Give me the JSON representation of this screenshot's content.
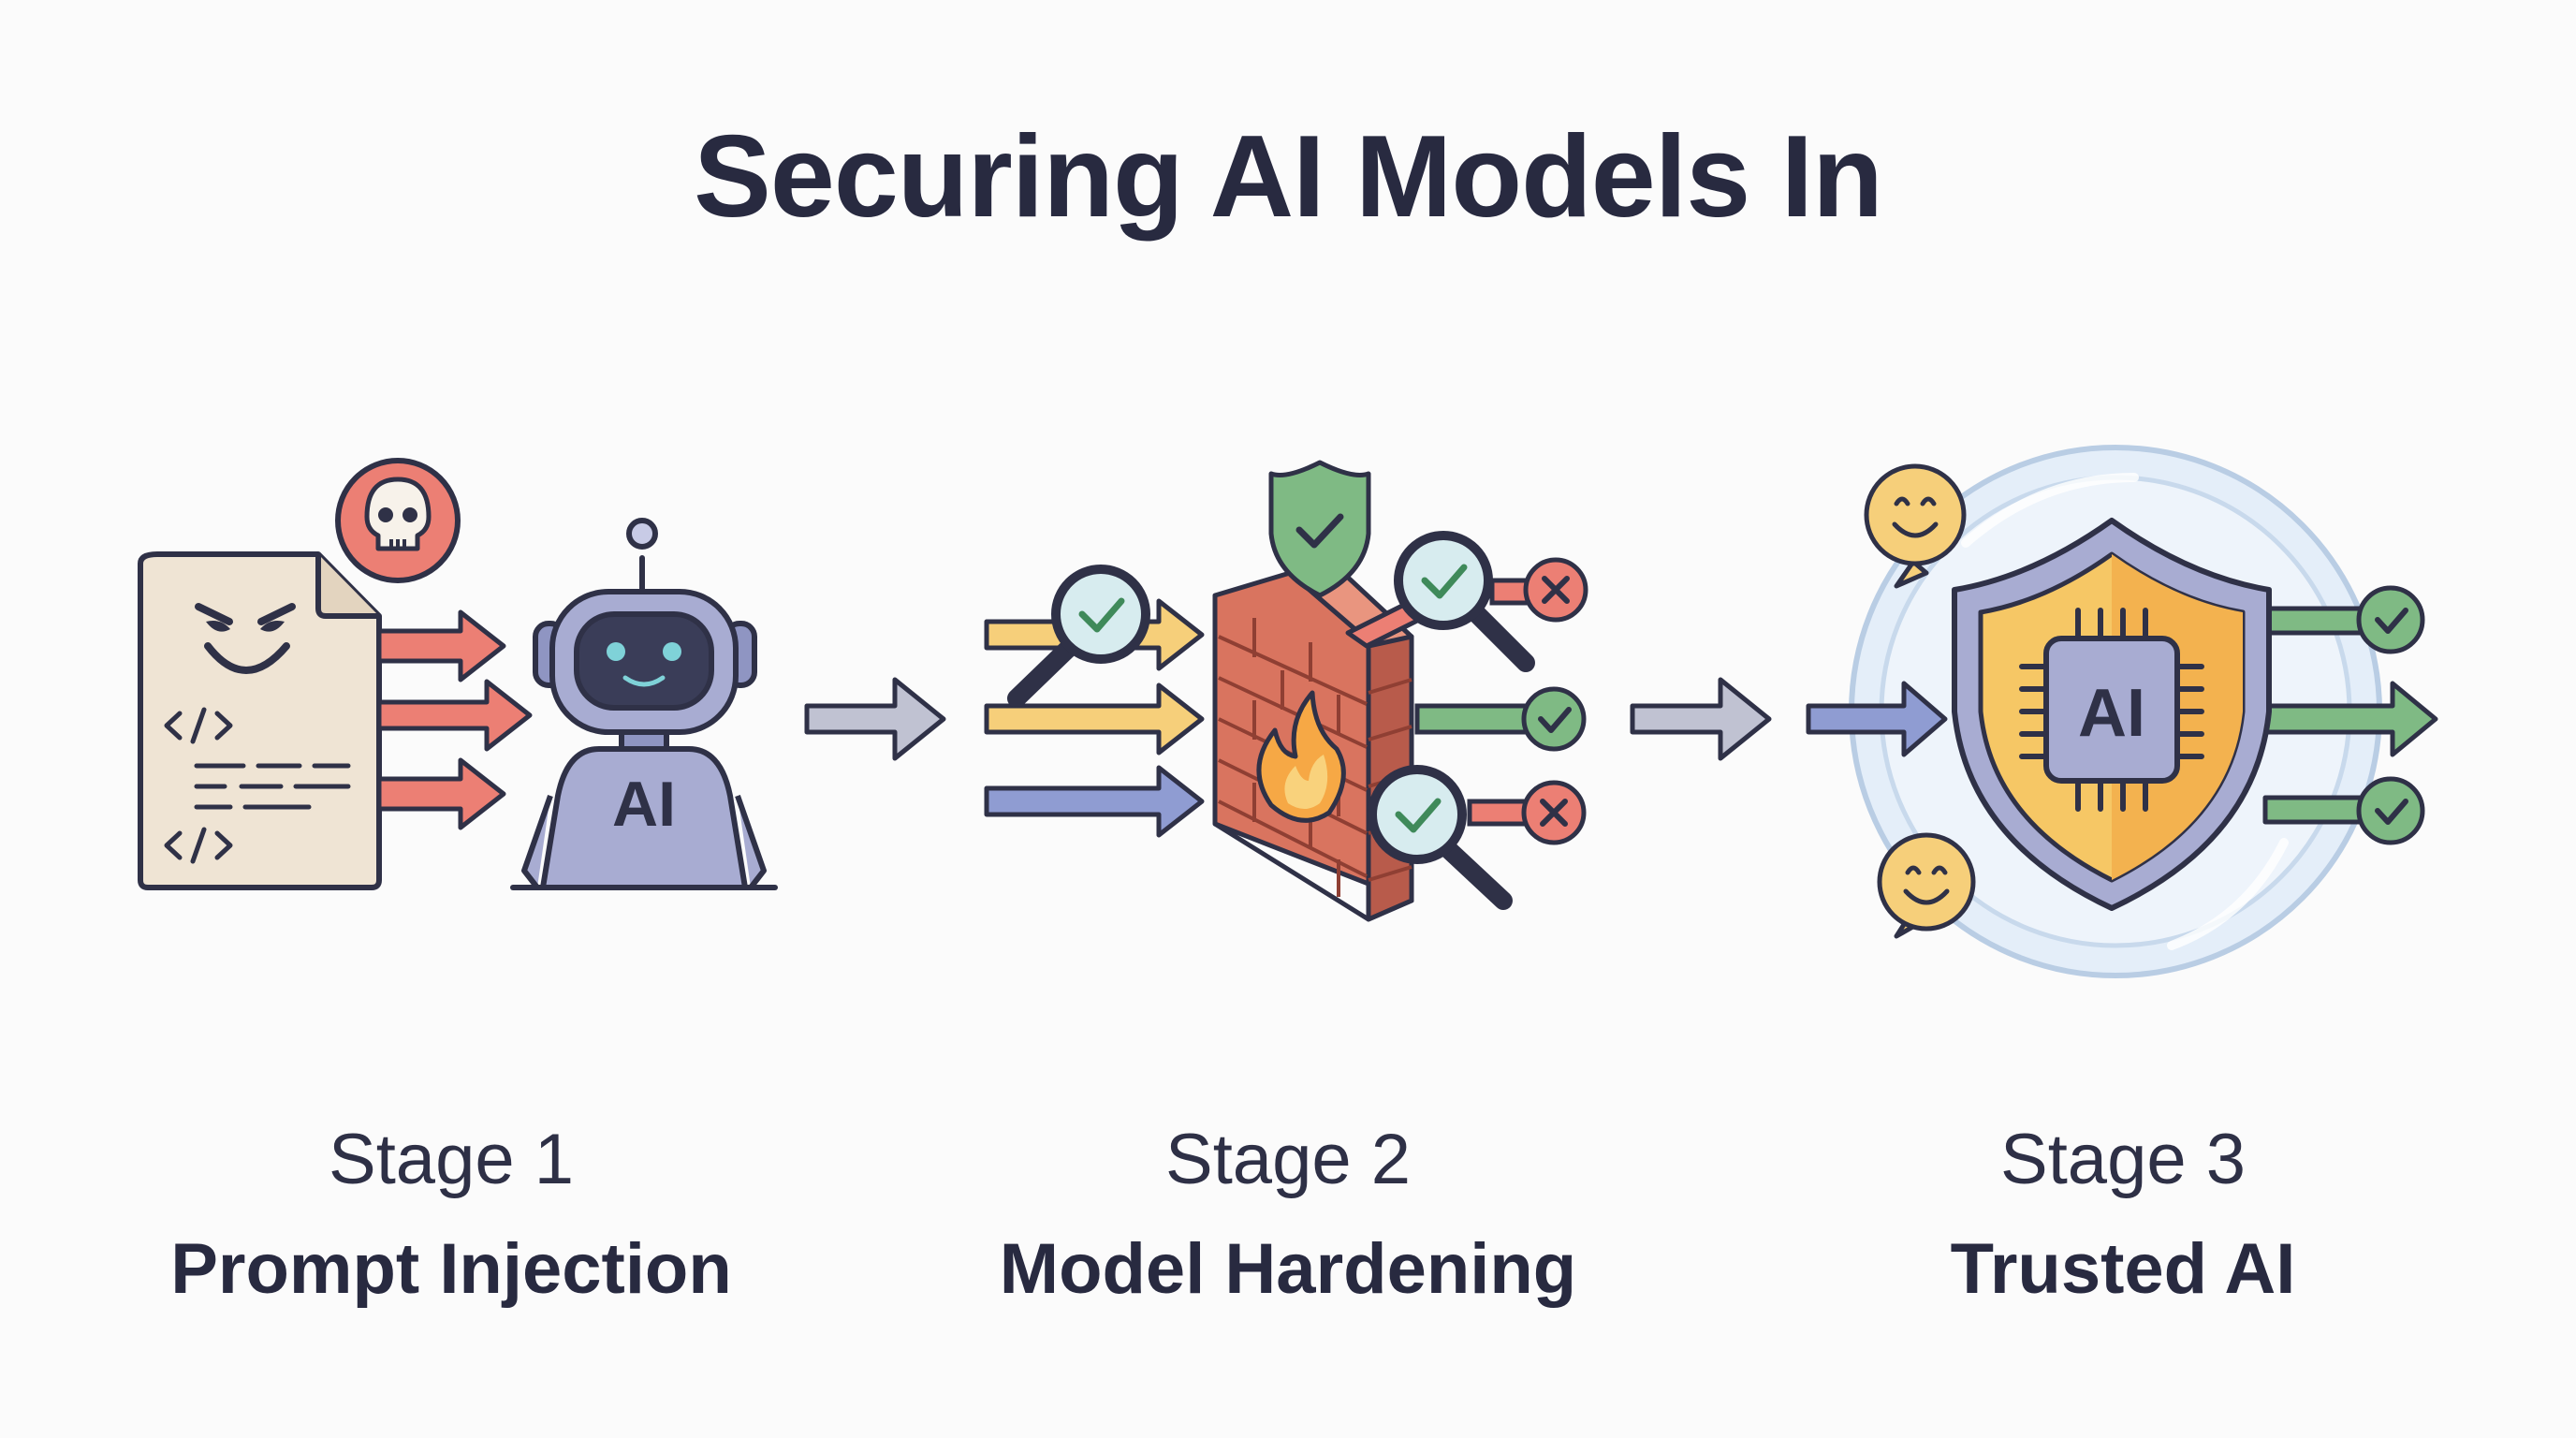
{
  "title": "Securing AI Models In",
  "stages": [
    {
      "number_label": "Stage 1",
      "name": "Prompt Injection",
      "chip_text": "AI"
    },
    {
      "number_label": "Stage 2",
      "name": "Model Hardening"
    },
    {
      "number_label": "Stage 3",
      "name": "Trusted AI",
      "chip_text": "AI"
    }
  ],
  "colors": {
    "ink": "#2f3147",
    "red": "#e47a70",
    "yellow": "#f6cf7a",
    "blue": "#8f9cd2",
    "green": "#7fba84",
    "brick": "#cf6e5c",
    "robot": "#a8acd2",
    "paper": "#efe4d4",
    "shield_gold": "#f6c765",
    "halo": "#dde9f6"
  },
  "icons": [
    "skull-icon",
    "angry-face-icon",
    "code-icon",
    "robot-icon",
    "shield-check-icon",
    "magnifier-check-icon",
    "x-circle-icon",
    "check-circle-icon",
    "firewall-icon",
    "fire-icon",
    "smiley-bubble-icon",
    "chip-icon",
    "gold-shield-icon"
  ]
}
